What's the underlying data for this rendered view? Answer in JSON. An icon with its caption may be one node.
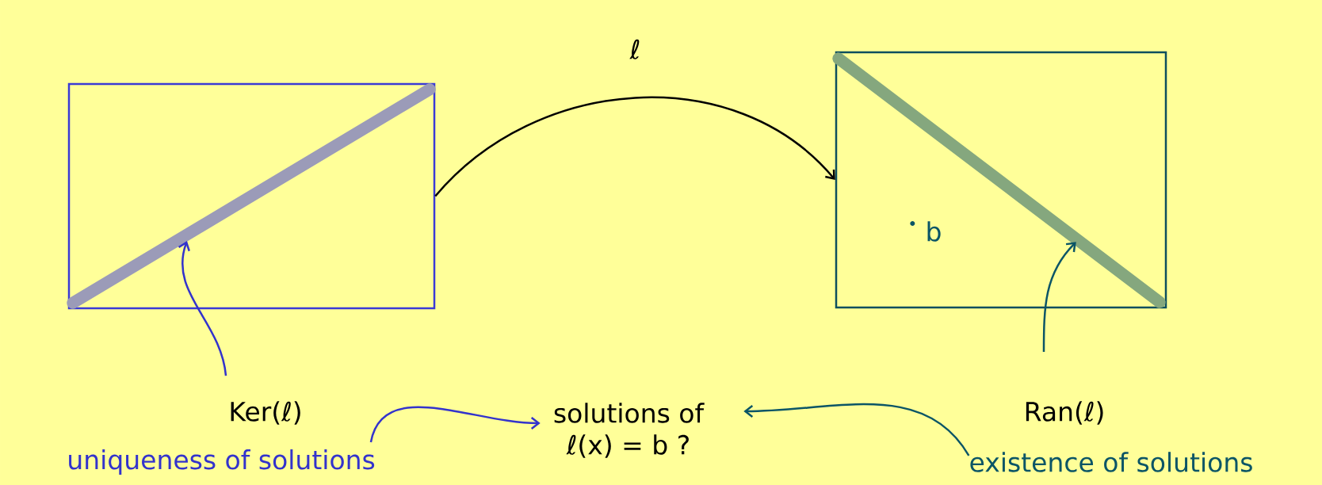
{
  "diagram": {
    "nodes": [
      {
        "text": [],
        "shape": "box"
      },
      {
        "text": [],
        "shape": "bar",
        "in": 0
      },
      {
        "text": [],
        "shape": "box"
      },
      {
        "text": [],
        "shape": "bar",
        "in": 2
      },
      {
        "text": [
          "b"
        ],
        "in": 2
      },
      {
        "text": [
          "Ker(ℓ)"
        ]
      },
      {
        "text": [
          "Ran(ℓ)"
        ]
      },
      {
        "text": [
          "solutions of",
          "ℓ(x) = b ?"
        ]
      },
      {
        "text": [
          "uniqueness of solutions"
        ]
      },
      {
        "text": [
          "existence of solutions"
        ]
      }
    ],
    "edges": [
      {
        "from": 0,
        "to": 2,
        "arrow": "to",
        "label": "ℓ",
        "color": "#000000"
      },
      {
        "from": 5,
        "to": 1,
        "arrow": "to",
        "color": "#3333cc"
      },
      {
        "from": 6,
        "to": 3,
        "arrow": "to",
        "color": "#0b5566"
      },
      {
        "from": 8,
        "to": 7,
        "arrow": "to",
        "color": "#3333cc"
      },
      {
        "from": 9,
        "to": 7,
        "arrow": "to",
        "color": "#0b5566"
      }
    ]
  }
}
